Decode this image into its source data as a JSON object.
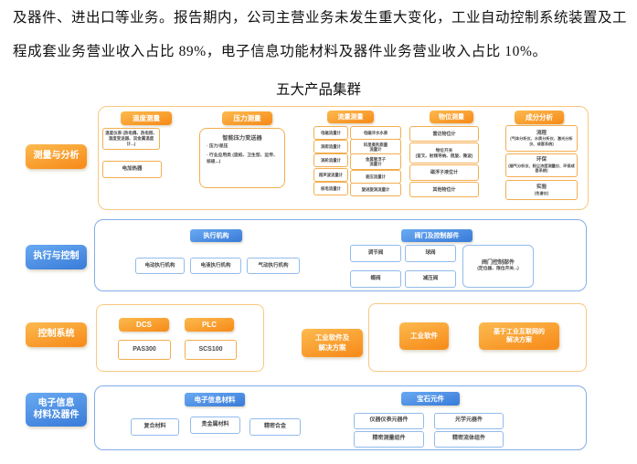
{
  "document": {
    "body_line1": "及器件、进出口等业务。报告期内，公司主营业务未发生重大变化，工业自动控制系统装置及工",
    "body_line2": "程成套业务营业收入占比 89%，电子信息功能材料及器件业务营业收入占比 10%。",
    "diagram_title": "五大产品集群"
  },
  "colors": {
    "orange_accent": "#F78E1D",
    "orange_light": "#FCBA4F",
    "orange_border": "#F3AE4F",
    "panel_orange_border": "#F8C87E",
    "blue_accent": "#3E7FDB",
    "blue_light": "#69AAF2",
    "blue_border": "#92BBEC",
    "panel_blue_border": "#82ACE9",
    "item_text": "#4A4A4A"
  },
  "sidebar": {
    "tabs": [
      {
        "label": "测量与分析"
      },
      {
        "label": "执行与控制"
      },
      {
        "label": "控制系统"
      },
      {
        "label": "电子信息\n材料及器件"
      }
    ]
  },
  "measurement": {
    "temperature": {
      "header": "温度测量",
      "items": [
        "温度仪表 (热电偶、热电阻、温度变送器、双金属温度计...)",
        "电加热器"
      ]
    },
    "pressure": {
      "header": "压力测量",
      "box_title": "智能压力变送器",
      "bullets": [
        "· 压力/差压",
        "· 行业应用类 (造纸、卫生型、远传、核级...)"
      ]
    },
    "flow": {
      "header": "流量测量",
      "col1": [
        "电磁流量计",
        "涡街流量计",
        "涡轮流量计",
        "超声波流量计",
        "核电流量计"
      ],
      "col2": [
        "电磁冷水水表",
        "科里奥利质量\n流量计",
        "金属管浮子\n流量计",
        "差压流量计",
        "旋进旋涡流量计"
      ]
    },
    "level": {
      "header": "物位测量",
      "items": [
        "雷达物位计",
        "物位开关\n(音叉、射频导纳、阻旋、微波)",
        "磁浮子液位计",
        "其他物位计"
      ]
    },
    "analysis": {
      "header": "成分分析",
      "items": [
        {
          "title": "流程",
          "detail": "(气体分析仪、水质分析仪、激光分析仪、成套系统)"
        },
        {
          "title": "环保",
          "detail": "(烟气分析仪、粉尘浓度测量仪、环保成套系统)"
        },
        {
          "title": "实验",
          "detail": "(色谱仪)"
        }
      ]
    }
  },
  "execution": {
    "actuator_header": "执行机构",
    "actuators": [
      "电动执行机构",
      "电液执行机构",
      "气动执行机构"
    ],
    "valve_header": "阀门及控制部件",
    "valves": [
      "调节阀",
      "球阀",
      "蝶阀",
      "减压阀"
    ],
    "valve_control": {
      "title": "阀门控制部件",
      "detail": "(定位器、限位开关...)"
    }
  },
  "control_system": {
    "dcs_header": "DCS",
    "dcs_item": "PAS300",
    "plc_header": "PLC",
    "plc_item": "SCS100",
    "software_solutions_label": "工业软件及\n解决方案",
    "industrial_software_label": "工业软件",
    "iiot_solutions_label": "基于工业互联网的\n解决方案"
  },
  "materials": {
    "header": "电子信息材料",
    "items": [
      "复合材料",
      "贵金属材料",
      "精密合金"
    ],
    "gem_header": "宝石元件",
    "gem_items": [
      "仪器仪表元器件",
      "光学元器件",
      "精密测量组件",
      "精密流体组件"
    ]
  }
}
